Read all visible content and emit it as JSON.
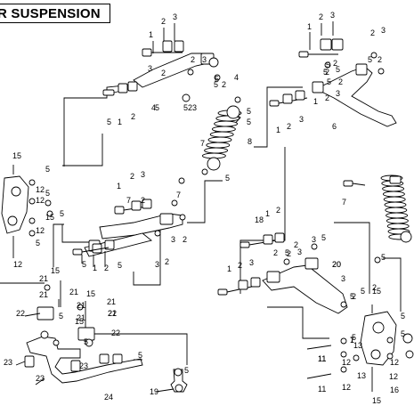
{
  "title": "R SUSPENSION",
  "callouts": {
    "top_left_arm": [
      "1",
      "2",
      "3",
      "2",
      "3",
      "4",
      "5",
      "2",
      "5",
      "2",
      "5",
      "1",
      "2",
      "3",
      "2",
      "3",
      "5",
      "4",
      "5",
      "5"
    ],
    "top_right_arm": [
      "1",
      "2",
      "3",
      "2",
      "3",
      "5",
      "2",
      "5",
      "2",
      "5",
      "2",
      "5",
      "1",
      "2",
      "3",
      "1",
      "2",
      "3",
      "2",
      "5",
      "6"
    ],
    "shock": [
      "7",
      "8",
      "5",
      "7",
      "5"
    ],
    "knuckle_left": [
      "15",
      "5",
      "12",
      "12",
      "5",
      "12",
      "12",
      "15",
      "5",
      "5"
    ],
    "mid_arm": [
      "1",
      "2",
      "3",
      "7",
      "2",
      "3",
      "2",
      "5",
      "1",
      "2",
      "3",
      "2",
      "5",
      "18",
      "1",
      "2",
      "3",
      "5",
      "2",
      "5",
      "20"
    ],
    "lower_right": [
      "1",
      "2",
      "3",
      "2",
      "3",
      "2",
      "5",
      "1",
      "2",
      "3",
      "5",
      "2",
      "5",
      "7",
      "20",
      "5",
      "15",
      "5",
      "5",
      "13",
      "13",
      "11",
      "11",
      "12",
      "16",
      "12",
      "12",
      "15",
      "12",
      "11",
      "7"
    ],
    "stabilizer": [
      "21",
      "15",
      "21",
      "21",
      "15",
      "21",
      "22",
      "5",
      "21",
      "21",
      "22",
      "15",
      "21",
      "22",
      "5",
      "23",
      "23",
      "23",
      "24",
      "19",
      "5",
      "5"
    ]
  }
}
